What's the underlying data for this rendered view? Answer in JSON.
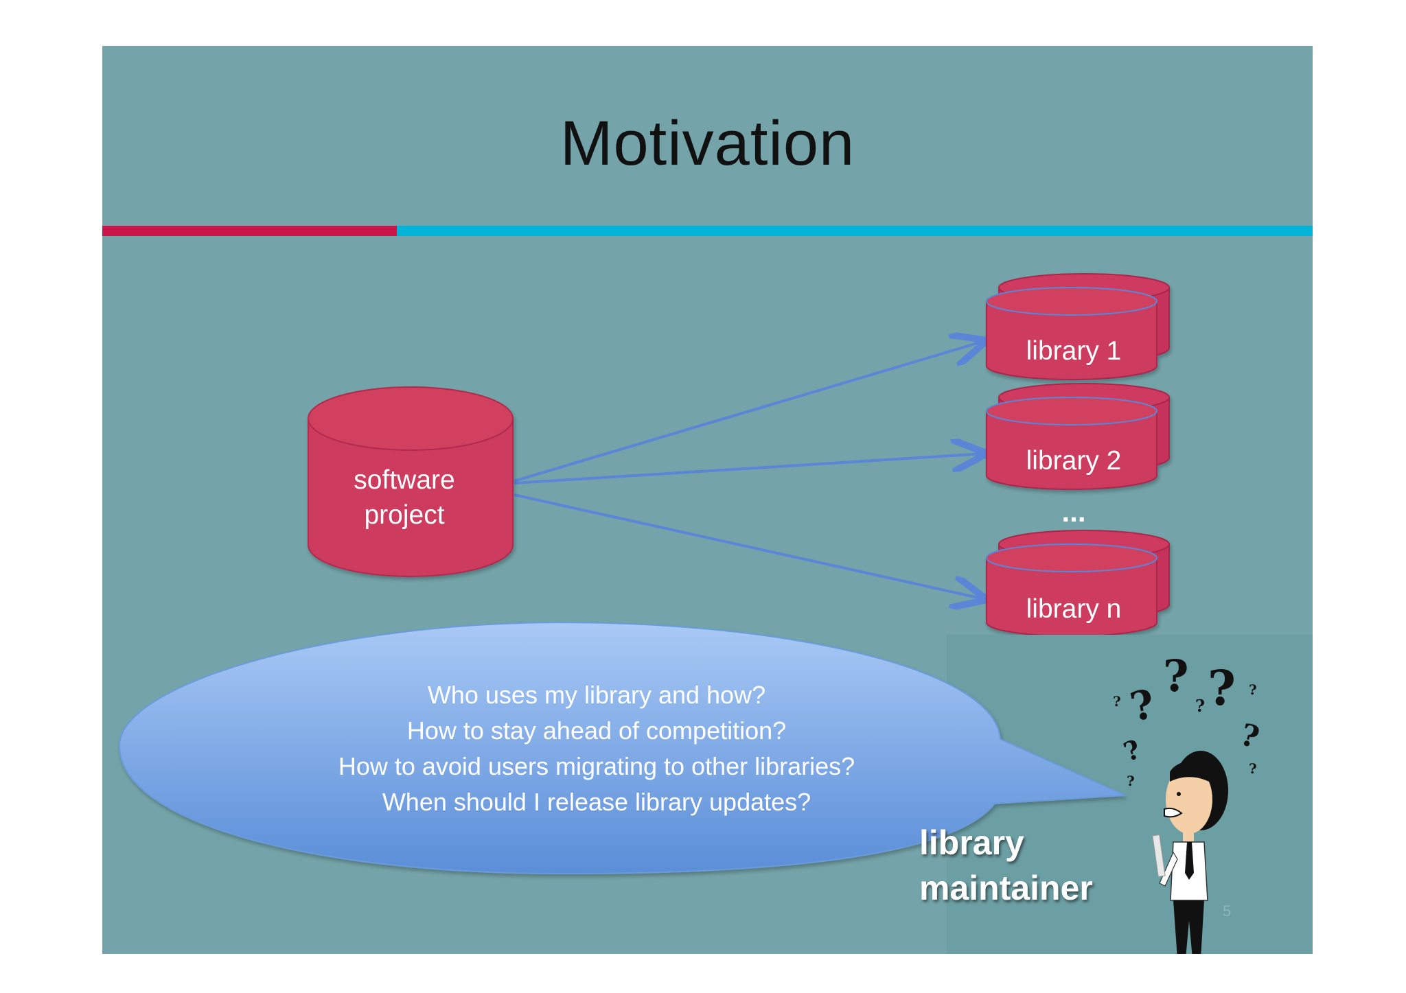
{
  "slide": {
    "title": "Motivation",
    "page_number": "5",
    "colors": {
      "background": "#74a4a9",
      "accent_red": "#c8154a",
      "accent_cyan": "#00b4d8",
      "cylinder_fill": "#cd3a5f",
      "arrow": "#5b85d6",
      "bubble_top": "#a9c9f5",
      "bubble_bottom": "#5a8ed8"
    }
  },
  "diagram": {
    "project": {
      "line1": "software",
      "line2": "project"
    },
    "libraries": [
      "library 1",
      "library 2",
      "library n"
    ],
    "ellipsis": "..."
  },
  "speech_bubble": {
    "lines": [
      "Who uses my library and how?",
      "How to stay ahead of competition?",
      "How to avoid users migrating to other libraries?",
      "When should I release library updates?"
    ]
  },
  "character": {
    "label_line1": "library",
    "label_line2": "maintainer",
    "icon": "confused-person-icon"
  }
}
